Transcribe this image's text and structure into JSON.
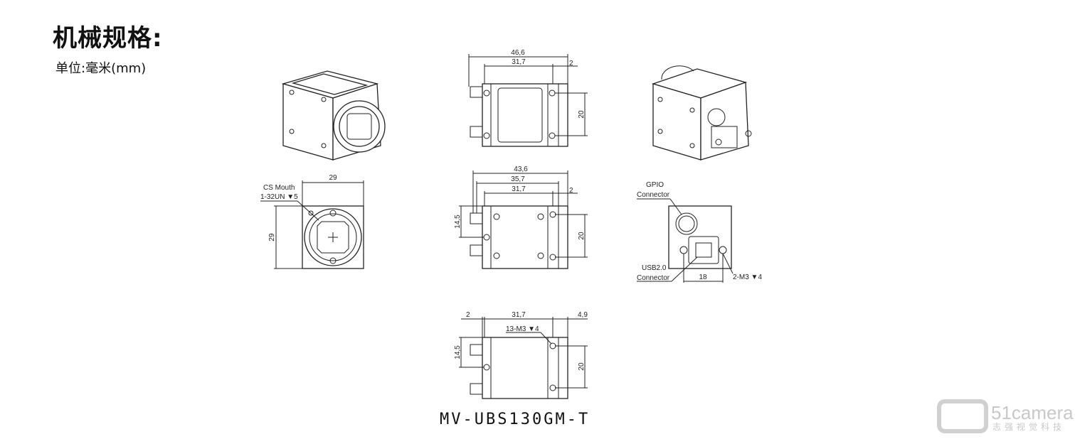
{
  "header": {
    "title": "机械规格:",
    "unit": "单位:毫米(mm)"
  },
  "top_view": {
    "overall": "46,6",
    "body": "31,7",
    "flange": "2",
    "hole_spacing": "20"
  },
  "front_face": {
    "width": "29",
    "height": "29",
    "mount_label": "CS Mouth",
    "mount_thread": "1-32UN ▼5"
  },
  "side_view": {
    "overall": "43,6",
    "mid": "35,7",
    "body": "31,7",
    "flange": "2",
    "offset": "14,5",
    "hole_spacing": "20"
  },
  "back_face": {
    "gpio_label": "GPIO",
    "gpio_sub": "Connector",
    "usb_label": "USB2.0",
    "usb_sub": "Connector",
    "screw_spacing": "18",
    "screws": "2-M3 ▼4"
  },
  "bottom_view": {
    "flange": "2",
    "body": "31,7",
    "rear": "4,9",
    "holes": "13-M3 ▼4",
    "offset": "14,5",
    "hole_spacing": "20"
  },
  "model": "MV-UBS130GM-T",
  "watermark": {
    "name": "51camera",
    "sub": "志强视觉科技"
  }
}
